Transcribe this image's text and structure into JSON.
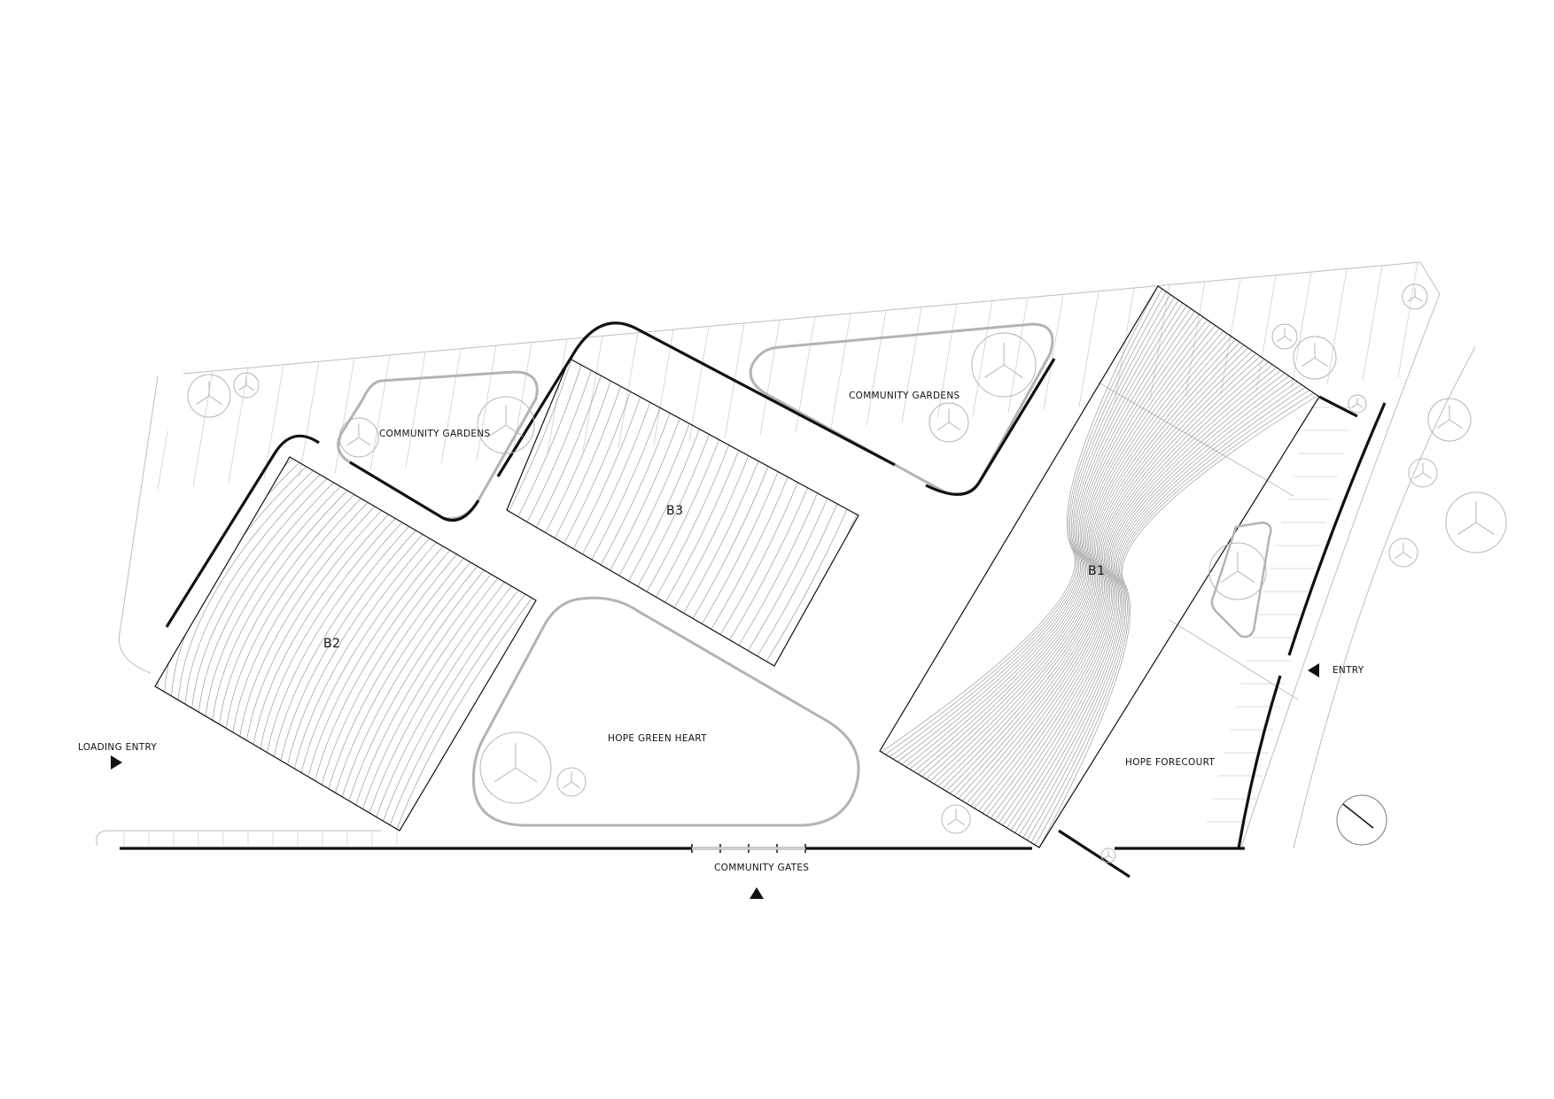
{
  "labels": {
    "b1": "B1",
    "b2": "B2",
    "b3": "B3",
    "gardens_west": "COMMUNITY GARDENS",
    "gardens_east": "COMMUNITY GARDENS",
    "green_heart": "HOPE GREEN HEART",
    "forecourt": "HOPE FORECOURT",
    "loading_entry": "LOADING ENTRY",
    "entry": "ENTRY",
    "community_gates": "COMMUNITY GATES"
  },
  "icons": {
    "loading_entry": "arrow-right-icon",
    "entry": "arrow-left-icon",
    "community_gates": "arrow-up-icon",
    "north": "north-arrow-icon"
  },
  "colors": {
    "line": "#111111",
    "fine": "#bdbdbd",
    "garden": "#b3b3b3"
  }
}
